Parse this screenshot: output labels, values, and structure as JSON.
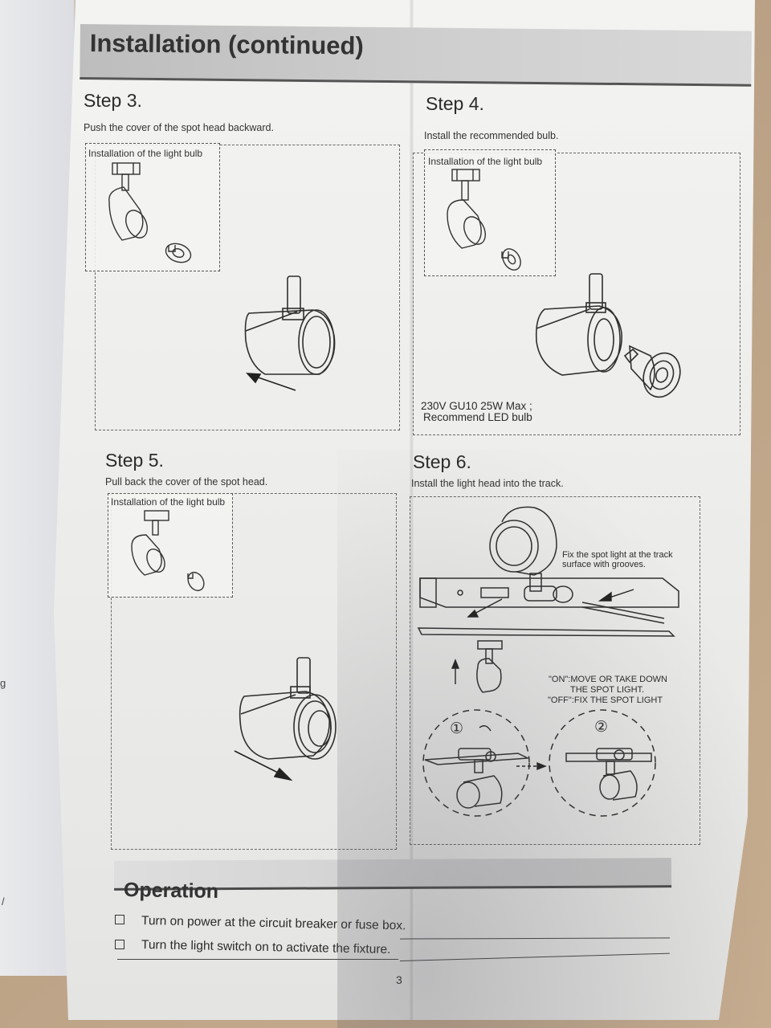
{
  "header": {
    "title": "Installation (continued)"
  },
  "steps": [
    {
      "title": "Step 3.",
      "description": "Push the cover of the spot head backward.",
      "inset_label": "Installation of the light bulb"
    },
    {
      "title": "Step 4.",
      "description": "Install the recommended bulb.",
      "inset_label": "Installation of the light bulb",
      "note_line1": "230V GU10 25W Max ;",
      "note_line2": "Recommend LED bulb"
    },
    {
      "title": "Step 5.",
      "description": "Pull back the cover of the spot head.",
      "inset_label": "Installation of the light bulb"
    },
    {
      "title": "Step 6.",
      "description": "Install the light head into the track.",
      "note_fix_line1": "Fix the spot light at the track",
      "note_fix_line2": "surface with grooves.",
      "note_on_line1": "\"ON\":MOVE OR TAKE DOWN",
      "note_on_line2": "THE SPOT LIGHT.",
      "note_off": "\"OFF\":FIX THE SPOT LIGHT",
      "marker_1": "①",
      "marker_2": "②"
    }
  ],
  "operation": {
    "title": "Operation",
    "items": [
      "Turn on power at the circuit breaker or fuse box.",
      "Turn the light switch on to activate the fixture."
    ]
  },
  "page_number": "3",
  "left_page_marks": [
    "g",
    "/"
  ]
}
